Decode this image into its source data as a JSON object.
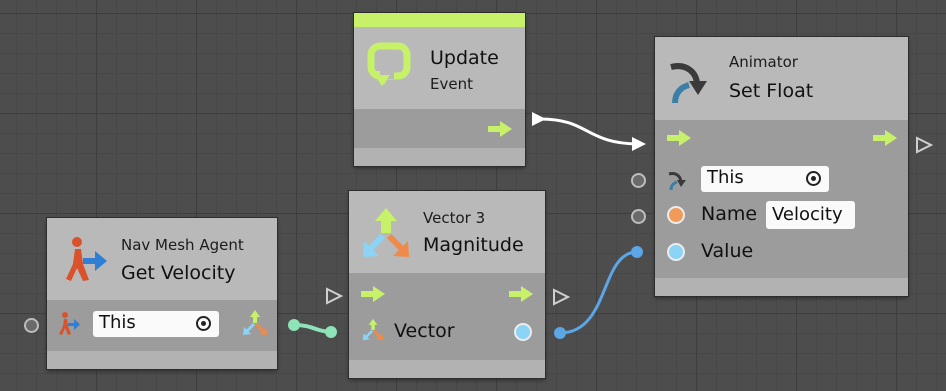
{
  "nodes": {
    "update": {
      "title": "Update",
      "subtitle": "Event"
    },
    "set_float": {
      "title_small": "Animator",
      "title_big": "Set Float",
      "target_value": "This",
      "name_label": "Name",
      "name_value": "Velocity",
      "value_label": "Value"
    },
    "get_velocity": {
      "title_small": "Nav Mesh Agent",
      "title_big": "Get Velocity",
      "target_value": "This"
    },
    "magnitude": {
      "title_small": "Vector 3",
      "title_big": "Magnitude",
      "input_label": "Vector"
    }
  },
  "colors": {
    "canvas": "#4d4d4d",
    "node_header": "#b9b9b9",
    "node_body": "#9c9c9c",
    "event_accent": "#c8f16a",
    "flow_arrow": "#c8f16a",
    "string_port": "#f29a5a",
    "float_port": "#8bd4f5",
    "vector_wire": "#8ee3b9",
    "float_wire": "#5ba6e6",
    "flow_wire": "#ffffff"
  },
  "icons": [
    "update-event-icon",
    "animator-icon",
    "navmesh-agent-icon",
    "vector3-icon",
    "flow-arrow-icon",
    "target-icon"
  ]
}
